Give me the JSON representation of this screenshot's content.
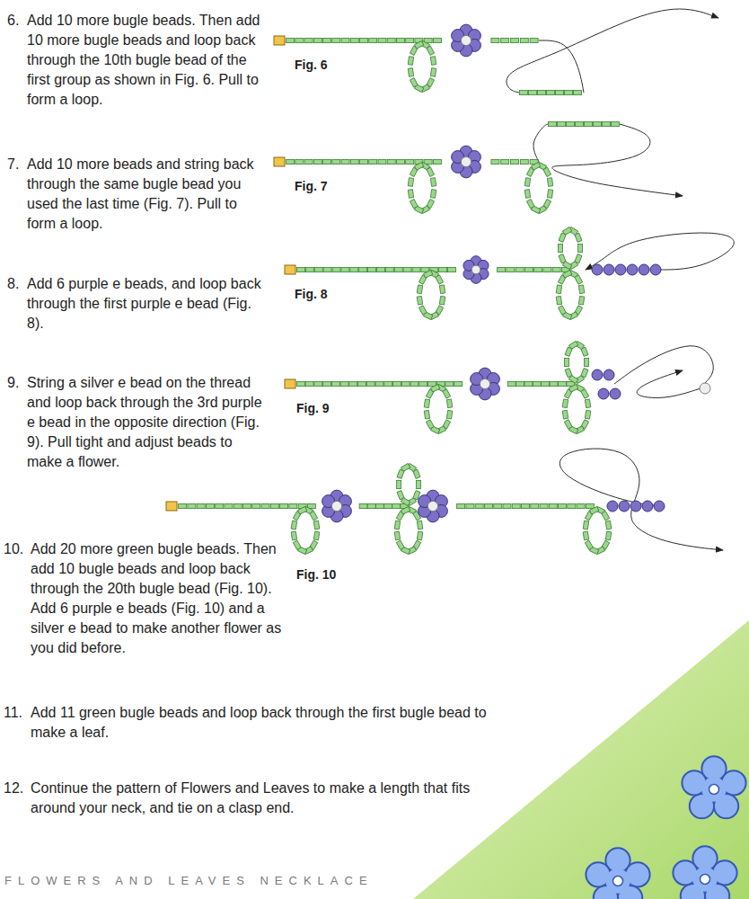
{
  "diagram": {
    "labels": [
      "6.",
      "Add 10 more bugle beads. Then add 10 more bugle beads and loop back through the 10th bugle bead of the first group as shown in Fig. 6. Pull to form a loop.",
      "Fig. 6",
      "7.",
      "Add 10 more beads and string back through the same bugle bead you used the last time (Fig. 7). Pull to form a loop.",
      "Fig. 7",
      "8.",
      "Add 6 purple e beads, and loop back through the first purple e bead (Fig. 8).",
      "Fig. 8",
      "9.",
      "String a silver e bead on the thread and loop back through the 3rd purple e bead in the opposite direction (Fig. 9). Pull tight and adjust beads to make a flower.",
      "Fig. 9",
      "10.",
      "Add 20 more green bugle beads. Then add 10 bugle beads and loop back through the 20th bugle bead (Fig. 10). Add 6 purple e beads (Fig. 10) and a silver e bead to make another flower as you did before.",
      "Fig. 10",
      "11.",
      "Add 11 green bugle beads and loop back through the first bugle bead to make a leaf.",
      "12.",
      "Continue the pattern of Flowers and Leaves to make a length that fits around your neck, and tie on a clasp end.",
      "FLOWERS AND LEAVES NECKLACE"
    ]
  }
}
